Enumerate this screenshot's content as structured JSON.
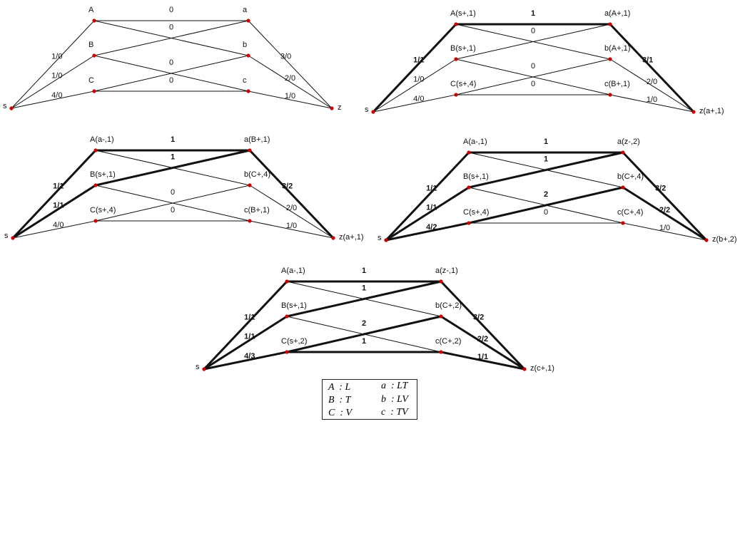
{
  "diagrams": [
    {
      "nodes": {
        "s": {
          "label": "s"
        },
        "A": {
          "label": "A"
        },
        "B": {
          "label": "B"
        },
        "C": {
          "label": "C"
        },
        "a": {
          "label": "a"
        },
        "b": {
          "label": "b"
        },
        "c": {
          "label": "c"
        },
        "z": {
          "label": "z"
        }
      },
      "edges": [
        {
          "from": "s",
          "to": "A",
          "label": "1/0",
          "bold": false
        },
        {
          "from": "s",
          "to": "B",
          "label": "1/0",
          "bold": false
        },
        {
          "from": "s",
          "to": "C",
          "label": "4/0",
          "bold": false
        },
        {
          "from": "A",
          "to": "a",
          "label": "0",
          "bold": false
        },
        {
          "from": "A",
          "to": "b",
          "label": "",
          "bold": false
        },
        {
          "from": "B",
          "to": "a",
          "label": "0",
          "bold": false
        },
        {
          "from": "B",
          "to": "c",
          "label": "",
          "bold": false
        },
        {
          "from": "C",
          "to": "b",
          "label": "0",
          "bold": false
        },
        {
          "from": "C",
          "to": "c",
          "label": "0",
          "bold": false
        },
        {
          "from": "a",
          "to": "z",
          "label": "3/0",
          "bold": false
        },
        {
          "from": "b",
          "to": "z",
          "label": "2/0",
          "bold": false
        },
        {
          "from": "c",
          "to": "z",
          "label": "1/0",
          "bold": false
        }
      ]
    },
    {
      "nodes": {
        "s": {
          "label": "s"
        },
        "A": {
          "label": "A(s+,1)"
        },
        "B": {
          "label": "B(s+,1)"
        },
        "C": {
          "label": "C(s+,4)"
        },
        "a": {
          "label": "a(A+,1)"
        },
        "b": {
          "label": "b(A+,1)"
        },
        "c": {
          "label": "c(B+,1)"
        },
        "z": {
          "label": "z(a+,1)"
        }
      },
      "edges": [
        {
          "from": "s",
          "to": "A",
          "label": "1/1",
          "bold": true
        },
        {
          "from": "s",
          "to": "B",
          "label": "1/0",
          "bold": false
        },
        {
          "from": "s",
          "to": "C",
          "label": "4/0",
          "bold": false
        },
        {
          "from": "A",
          "to": "a",
          "label": "1",
          "bold": true
        },
        {
          "from": "A",
          "to": "b",
          "label": "",
          "bold": false
        },
        {
          "from": "B",
          "to": "a",
          "label": "0",
          "bold": false
        },
        {
          "from": "B",
          "to": "c",
          "label": "",
          "bold": false
        },
        {
          "from": "C",
          "to": "b",
          "label": "0",
          "bold": false
        },
        {
          "from": "C",
          "to": "c",
          "label": "0",
          "bold": false
        },
        {
          "from": "a",
          "to": "z",
          "label": "3/1",
          "bold": true
        },
        {
          "from": "b",
          "to": "z",
          "label": "2/0",
          "bold": false
        },
        {
          "from": "c",
          "to": "z",
          "label": "1/0",
          "bold": false
        }
      ]
    },
    {
      "nodes": {
        "s": {
          "label": "s"
        },
        "A": {
          "label": "A(a-,1)"
        },
        "B": {
          "label": "B(s+,1)"
        },
        "C": {
          "label": "C(s+,4)"
        },
        "a": {
          "label": "a(B+,1)"
        },
        "b": {
          "label": "b(C+,4)"
        },
        "c": {
          "label": "c(B+,1)"
        },
        "z": {
          "label": "z(a+,1)"
        }
      },
      "edges": [
        {
          "from": "s",
          "to": "A",
          "label": "1/1",
          "bold": true
        },
        {
          "from": "s",
          "to": "B",
          "label": "1/1",
          "bold": true
        },
        {
          "from": "s",
          "to": "C",
          "label": "4/0",
          "bold": false
        },
        {
          "from": "A",
          "to": "a",
          "label": "1",
          "bold": true
        },
        {
          "from": "A",
          "to": "b",
          "label": "",
          "bold": false
        },
        {
          "from": "B",
          "to": "a",
          "label": "1",
          "bold": true
        },
        {
          "from": "B",
          "to": "c",
          "label": "",
          "bold": false
        },
        {
          "from": "C",
          "to": "b",
          "label": "0",
          "bold": false
        },
        {
          "from": "C",
          "to": "c",
          "label": "0",
          "bold": false
        },
        {
          "from": "a",
          "to": "z",
          "label": "3/2",
          "bold": true
        },
        {
          "from": "b",
          "to": "z",
          "label": "2/0",
          "bold": false
        },
        {
          "from": "c",
          "to": "z",
          "label": "1/0",
          "bold": false
        }
      ]
    },
    {
      "nodes": {
        "s": {
          "label": "s"
        },
        "A": {
          "label": "A(a-,1)"
        },
        "B": {
          "label": "B(s+,1)"
        },
        "C": {
          "label": "C(s+,4)"
        },
        "a": {
          "label": "a(z-,2)"
        },
        "b": {
          "label": "b(C+,4)"
        },
        "c": {
          "label": "c(C+,4)"
        },
        "z": {
          "label": "z(b+,2)"
        }
      },
      "edges": [
        {
          "from": "s",
          "to": "A",
          "label": "1/1",
          "bold": true
        },
        {
          "from": "s",
          "to": "B",
          "label": "1/1",
          "bold": true
        },
        {
          "from": "s",
          "to": "C",
          "label": "4/2",
          "bold": true
        },
        {
          "from": "A",
          "to": "a",
          "label": "1",
          "bold": true
        },
        {
          "from": "A",
          "to": "b",
          "label": "",
          "bold": false
        },
        {
          "from": "B",
          "to": "a",
          "label": "1",
          "bold": true
        },
        {
          "from": "B",
          "to": "c",
          "label": "",
          "bold": false
        },
        {
          "from": "C",
          "to": "b",
          "label": "2",
          "bold": true
        },
        {
          "from": "C",
          "to": "c",
          "label": "0",
          "bold": false
        },
        {
          "from": "a",
          "to": "z",
          "label": "3/2",
          "bold": true
        },
        {
          "from": "b",
          "to": "z",
          "label": "2/2",
          "bold": true
        },
        {
          "from": "c",
          "to": "z",
          "label": "1/0",
          "bold": false
        }
      ]
    },
    {
      "nodes": {
        "s": {
          "label": "s"
        },
        "A": {
          "label": "A(a-,1)"
        },
        "B": {
          "label": "B(s+,1)"
        },
        "C": {
          "label": "C(s+,2)"
        },
        "a": {
          "label": "a(z-,1)"
        },
        "b": {
          "label": "b(C+,2)"
        },
        "c": {
          "label": "c(C+,2)"
        },
        "z": {
          "label": "z(c+,1)"
        }
      },
      "edges": [
        {
          "from": "s",
          "to": "A",
          "label": "1/1",
          "bold": true
        },
        {
          "from": "s",
          "to": "B",
          "label": "1/1",
          "bold": true
        },
        {
          "from": "s",
          "to": "C",
          "label": "4/3",
          "bold": true
        },
        {
          "from": "A",
          "to": "a",
          "label": "1",
          "bold": true
        },
        {
          "from": "A",
          "to": "b",
          "label": "",
          "bold": false
        },
        {
          "from": "B",
          "to": "a",
          "label": "1",
          "bold": true
        },
        {
          "from": "B",
          "to": "c",
          "label": "",
          "bold": false
        },
        {
          "from": "C",
          "to": "b",
          "label": "2",
          "bold": true
        },
        {
          "from": "C",
          "to": "c",
          "label": "1",
          "bold": true
        },
        {
          "from": "a",
          "to": "z",
          "label": "3/2",
          "bold": true
        },
        {
          "from": "b",
          "to": "z",
          "label": "2/2",
          "bold": true
        },
        {
          "from": "c",
          "to": "z",
          "label": "1/1",
          "bold": true
        }
      ]
    }
  ],
  "legend": {
    "left": [
      "A  : L",
      "B  : T",
      "C  : V"
    ],
    "right": [
      "a  : LT",
      "b  : LV",
      "c  : TV"
    ]
  },
  "colors": {
    "line": "#111111",
    "node_dot": "#cc0000"
  }
}
